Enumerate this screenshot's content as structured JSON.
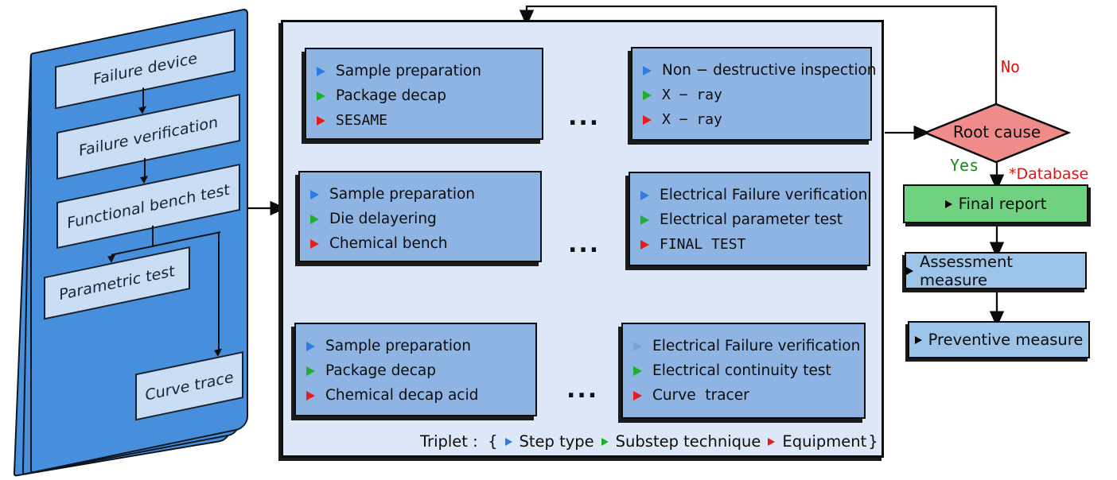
{
  "colors": {
    "book-bg": "#478fdc",
    "book-box-bg": "#c9def5",
    "panel-bg": "#dce8f8",
    "panel-box-bg": "#8db4e2",
    "diamond-bg": "#ef8b8b",
    "final-bg": "#70d181",
    "measure-bg": "#9cc3e8",
    "bullet-blue": "#2d7ce2",
    "bullet-blue-muted": "#76a7dc",
    "bullet-green": "#1cb12c",
    "bullet-red": "#e71d1d",
    "no-red": "#e01414",
    "yes-green": "#178a17"
  },
  "book": {
    "steps": [
      "Failure device",
      "Failure verification",
      "Functional bench test",
      "Parametric test",
      "Curve trace"
    ]
  },
  "panel": {
    "boxes": [
      {
        "items": [
          {
            "bullet": "blue",
            "text": "Sample preparation",
            "mono": false
          },
          {
            "bullet": "green",
            "text": "Package decap",
            "mono": false
          },
          {
            "bullet": "red",
            "text": "SESAME",
            "mono": true
          }
        ]
      },
      {
        "items": [
          {
            "bullet": "blue",
            "text": "Non − destructive inspection",
            "mono": false
          },
          {
            "bullet": "green",
            "text": "X − ray",
            "mono": true
          },
          {
            "bullet": "red",
            "text": "X − ray",
            "mono": true
          }
        ]
      },
      {
        "items": [
          {
            "bullet": "blue",
            "text": "Sample preparation",
            "mono": false
          },
          {
            "bullet": "green",
            "text": "Die delayering",
            "mono": false
          },
          {
            "bullet": "red",
            "text": "Chemical bench",
            "mono": false
          }
        ]
      },
      {
        "items": [
          {
            "bullet": "blue",
            "text": "Electrical Failure verification",
            "mono": false
          },
          {
            "bullet": "green",
            "text": "Electrical parameter test",
            "mono": false
          },
          {
            "bullet": "red",
            "text": "FINAL TEST",
            "mono": true
          }
        ]
      },
      {
        "items": [
          {
            "bullet": "blue",
            "text": "Sample preparation",
            "mono": false
          },
          {
            "bullet": "green",
            "text": "Package decap",
            "mono": false
          },
          {
            "bullet": "red",
            "text": "Chemical decap acid",
            "mono": false
          }
        ]
      },
      {
        "items": [
          {
            "bullet": "blue-muted",
            "text": "Electrical Failure verification",
            "mono": false
          },
          {
            "bullet": "green",
            "text": "Electrical continuity test",
            "mono": false
          },
          {
            "bullet": "red",
            "text": "Curve  tracer",
            "mono": false
          }
        ]
      }
    ],
    "ellipsis": "...",
    "legend": {
      "prefix": "Triplet :  {",
      "entries": [
        {
          "bullet": "blue",
          "label": "Step type"
        },
        {
          "bullet": "green",
          "label": "Substep technique"
        },
        {
          "bullet": "red",
          "label": "Equipment"
        }
      ],
      "suffix": "}"
    }
  },
  "decision": {
    "label": "Root cause",
    "no_label": "No",
    "yes_label": "Yes",
    "annotation": "*Database"
  },
  "outcomes": {
    "final": {
      "bullet": "black",
      "label": "Final report"
    },
    "assessment": {
      "bullet": "black",
      "label": "Assessment measure"
    },
    "preventive": {
      "bullet": "black",
      "label": "Preventive measure"
    }
  }
}
